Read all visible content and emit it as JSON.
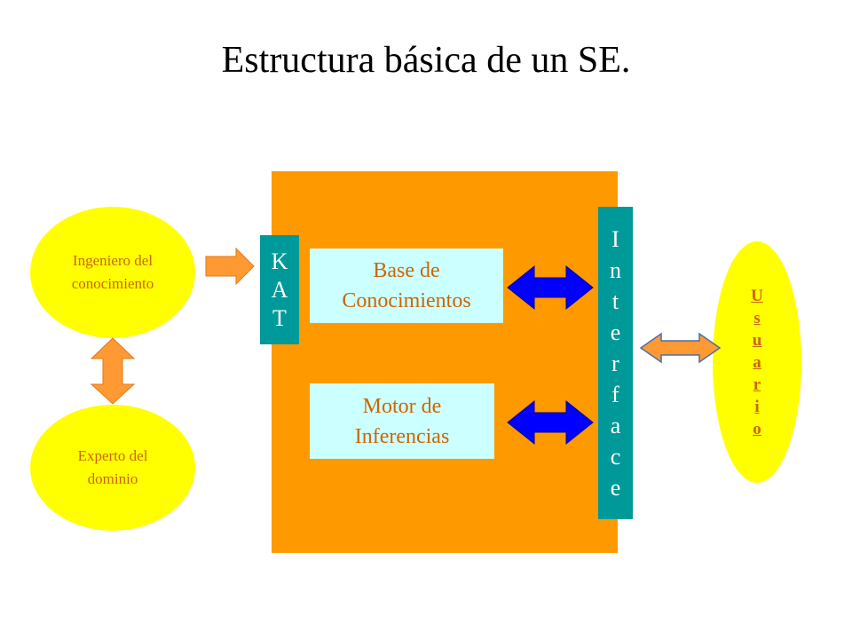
{
  "title": "Estructura básica de un SE.",
  "nodes": {
    "ingeniero": "Ingeniero del\nconocimiento",
    "experto": "Experto del\ndominio",
    "usuario_letters": [
      "U",
      "s",
      "u",
      "a",
      "r",
      "i",
      "o"
    ],
    "kat_letters": [
      "K",
      "A",
      "T"
    ],
    "interface_letters": [
      "I",
      "n",
      "t",
      "e",
      "r",
      "f",
      "a",
      "c",
      "e"
    ],
    "base": "Base de\nConocimientos",
    "motor": "Motor de\nInferencias"
  },
  "colors": {
    "main_box": "#ff9900",
    "ellipse": "#ffff00",
    "teal": "#009999",
    "cyan": "#ccffff",
    "text_orange": "#cc6600",
    "blue_arrow": "#0000ff",
    "orange_arrow": "#ff9933"
  }
}
